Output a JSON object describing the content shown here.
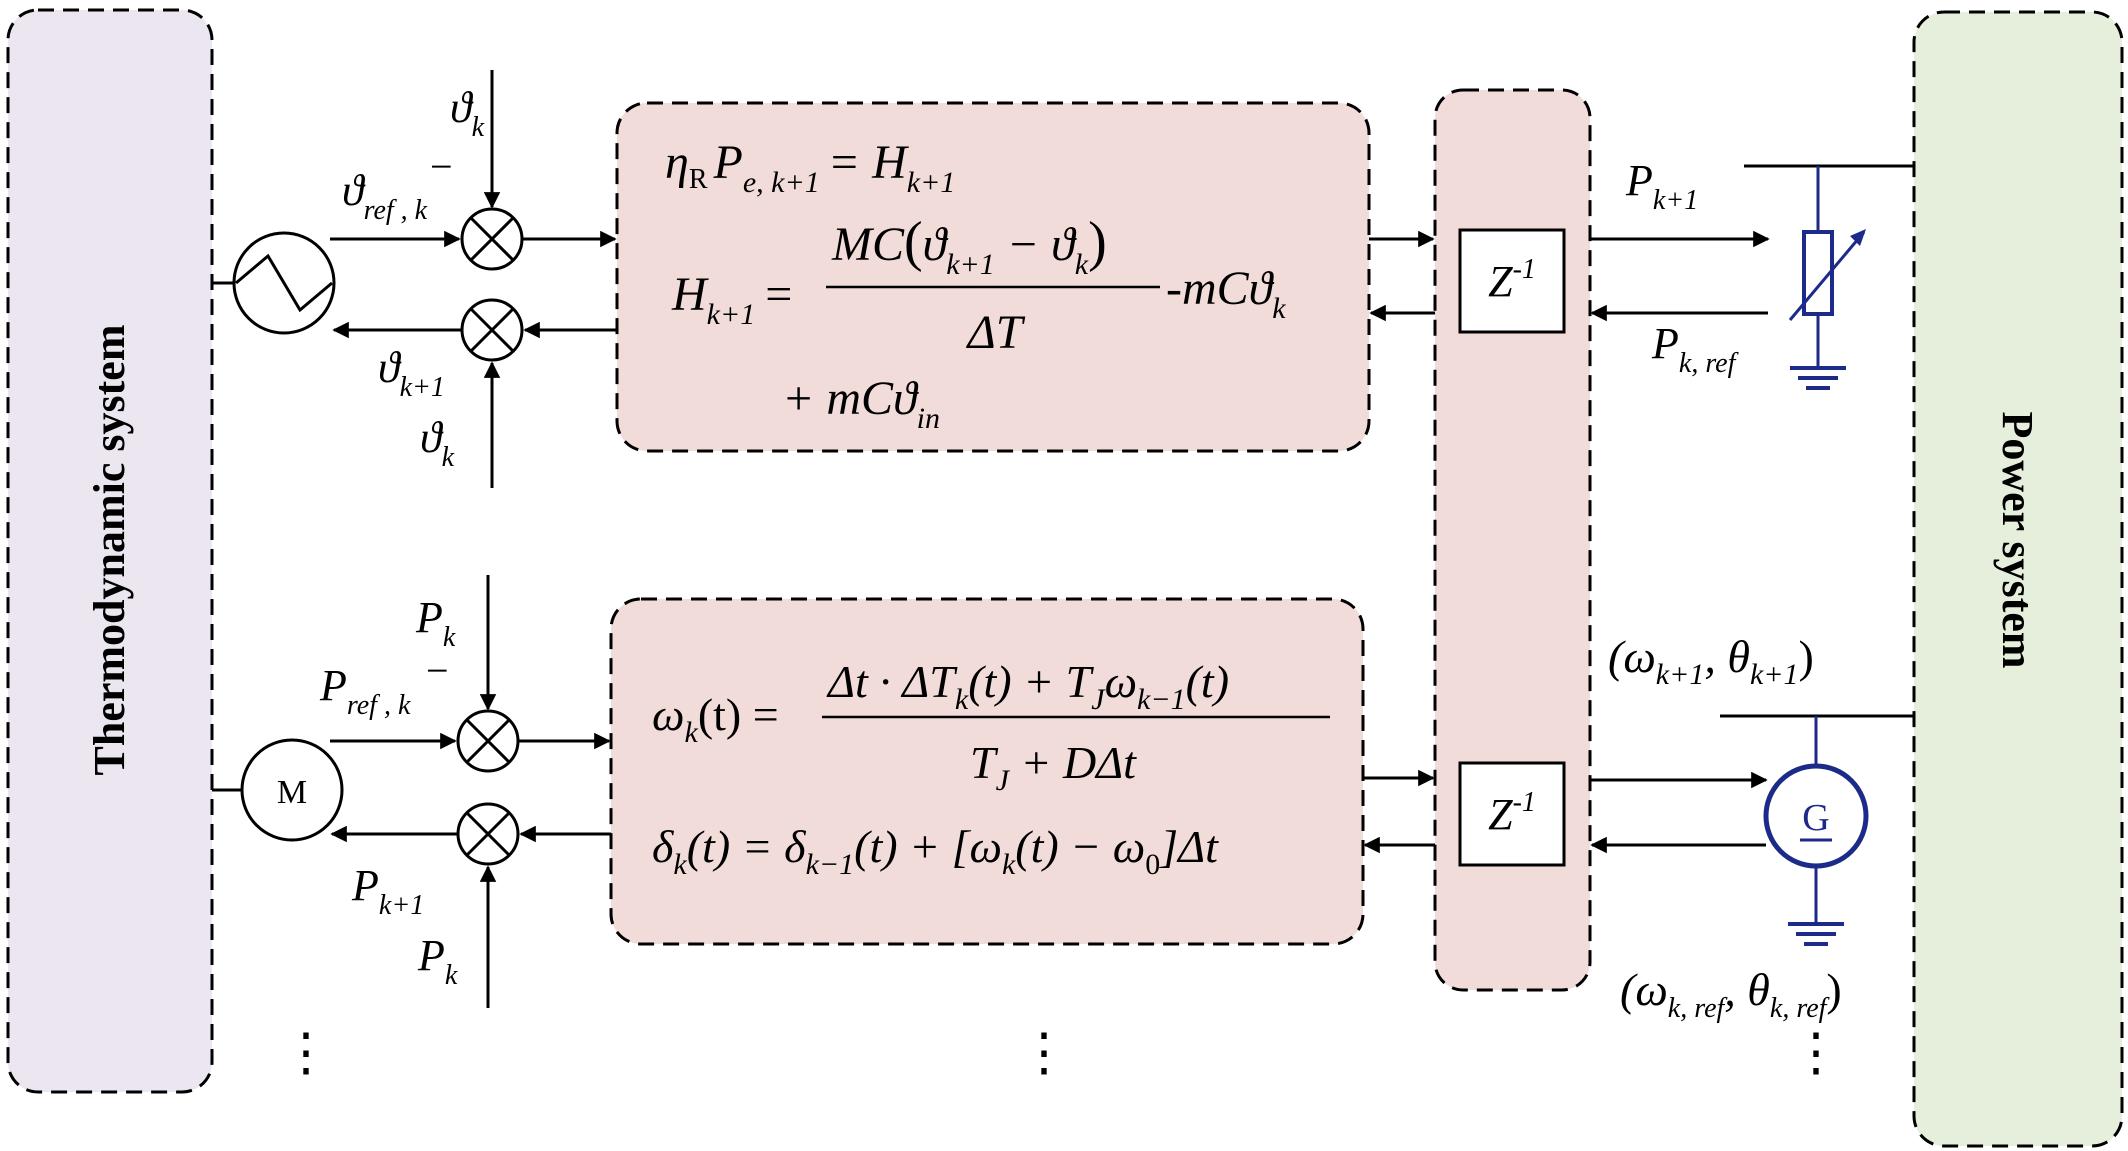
{
  "colors": {
    "thermo_panel": "#ebe6f0",
    "power_panel": "#e6efdc",
    "equation_box": "#f1dcda",
    "symbol_blue": "#1c2a8a",
    "stroke": "#000000"
  },
  "panels": {
    "left_title": "Thermodynamic system",
    "right_title": "Power system"
  },
  "delay_blocks": {
    "label_base": "Z",
    "label_exp": "-1"
  },
  "top_loop": {
    "sum_top_input": {
      "base": "ϑ",
      "sub": "k"
    },
    "reference": {
      "base": "ϑ",
      "sub": "ref , k"
    },
    "minus_sign": "−",
    "output": {
      "base": "ϑ",
      "sub": "k+1"
    },
    "sum_bottom_input": {
      "base": "ϑ",
      "sub": "k"
    },
    "equation_1": {
      "eta": "η",
      "eta_sub": "R",
      "p": "P",
      "p_sub": "e, k+1",
      "rhs": "= H",
      "rhs_sub": "k+1"
    },
    "equation_2": {
      "lhs": "H",
      "lhs_sub": "k+1",
      "eq": "=",
      "num_a": "MC",
      "paren_l": "(",
      "num_b": "ϑ",
      "num_b_sub": "k+1",
      "minus": " − ϑ",
      "num_c_sub": "k",
      "paren_r": ")",
      "den": "ΔT",
      "tail": "-mCϑ",
      "tail_sub": "k"
    },
    "equation_3": {
      "text": "+ mCϑ",
      "sub": "in"
    },
    "power_in": {
      "base": "P",
      "sub": "k+1"
    },
    "power_ref": {
      "base": "P",
      "sub": "k, ref"
    }
  },
  "bottom_loop": {
    "sum_top_input": {
      "base": "P",
      "sub": "k"
    },
    "reference": {
      "base": "P",
      "sub": "ref , k"
    },
    "minus_sign": "−",
    "output": {
      "base": "P",
      "sub": "k+1"
    },
    "sum_bottom_input": {
      "base": "P",
      "sub": "k"
    },
    "motor_label": "M",
    "generator_label": "G",
    "equation_1": {
      "lhs": "ω",
      "lhs_sub": "k",
      "lhs_arg": "(t) =",
      "num": "Δt · ΔT",
      "num_sub": "k",
      "num_mid": "(t) + T",
      "num_sub2": "J",
      "num_omega": "ω",
      "num_sub3": "k−1",
      "num_end": "(t)",
      "den_a": "T",
      "den_sub": "J",
      "den_b": " + DΔt"
    },
    "equation_2": {
      "lhs": "δ",
      "lhs_sub": "k",
      "lhs_arg": "(t) = δ",
      "rhs_sub": "k−1",
      "rhs_a": "(t) + [ω",
      "rhs_sub2": "k",
      "rhs_b": "(t) − ω",
      "rhs_sub3": "0",
      "rhs_c": "]Δt"
    },
    "state_in": {
      "open": "(ω",
      "sub1": "k+1",
      "mid": ", θ",
      "sub2": "k+1",
      "close": ")"
    },
    "state_ref": {
      "open": "(ω",
      "sub1": "k, ref",
      "mid": ", θ",
      "sub2": "k, ref",
      "close": ")"
    }
  },
  "ellipses": [
    "⋮",
    "⋮",
    "⋮"
  ]
}
